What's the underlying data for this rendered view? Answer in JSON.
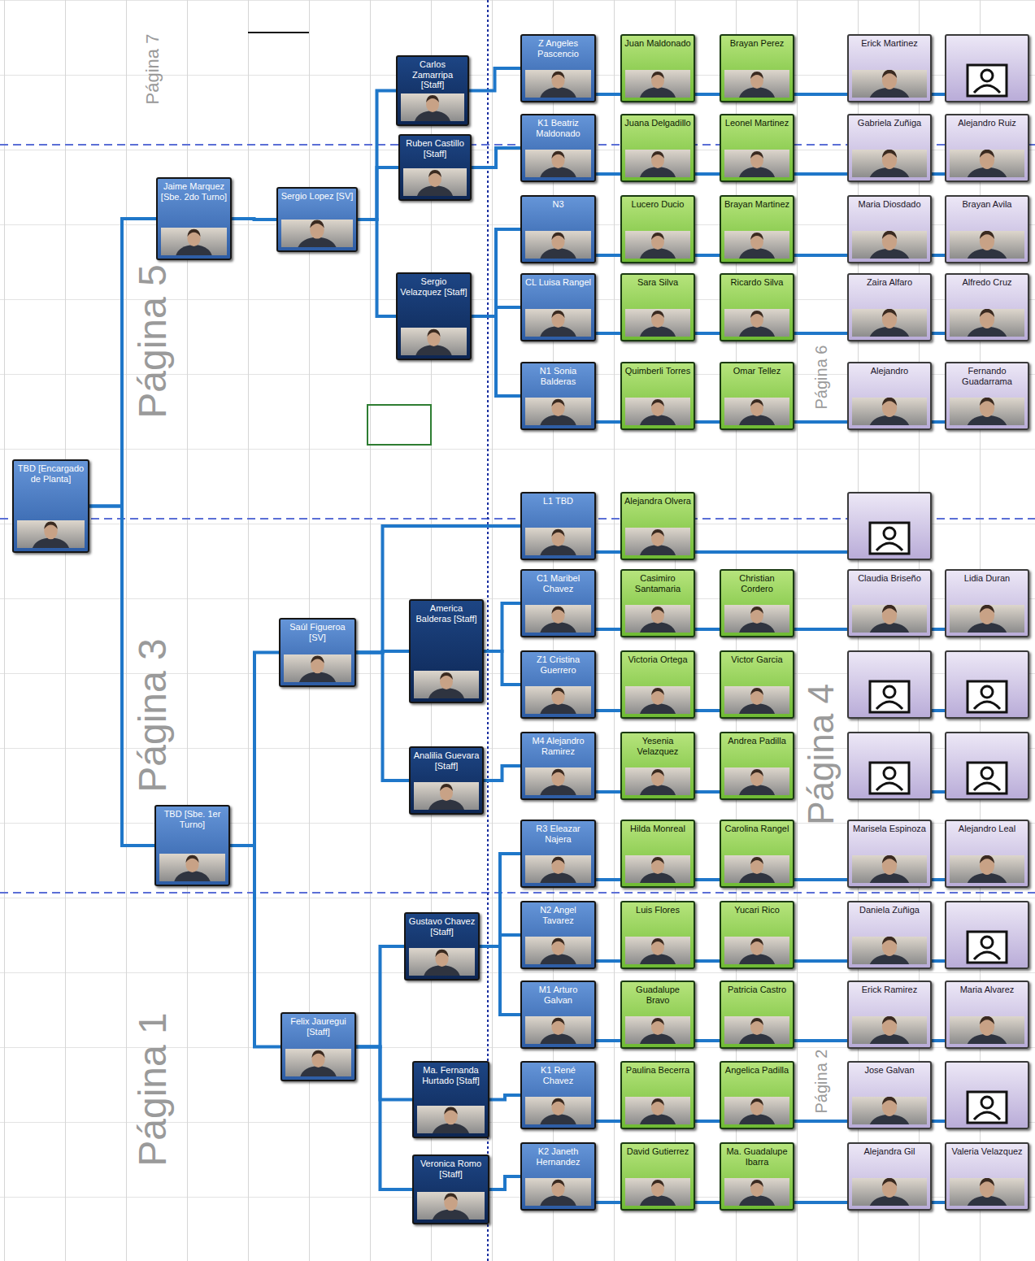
{
  "diagram": {
    "nodes": [
      {
        "text": [
          "TBD [Encargado de Planta]"
        ]
      },
      {
        "text": [
          "Jaime Marquez [Sbe. 2do Turno]"
        ]
      },
      {
        "text": [
          "TBD [Sbe. 1er Turno]"
        ]
      },
      {
        "text": [
          "Sergio Lopez [SV]"
        ]
      },
      {
        "text": [
          "Saúl Figueroa [SV]"
        ]
      },
      {
        "text": [
          "Felix Jauregui [Staff]"
        ]
      },
      {
        "text": [
          "Carlos Zamarripa [Staff]"
        ]
      },
      {
        "text": [
          "Ruben Castillo [Staff]"
        ]
      },
      {
        "text": [
          "Sergio Velazquez [Staff]"
        ]
      },
      {
        "text": [
          "America Balderas [Staff]"
        ]
      },
      {
        "text": [
          "Analilia Guevara [Staff]"
        ]
      },
      {
        "text": [
          "Gustavo Chavez [Staff]"
        ]
      },
      {
        "text": [
          "Ma. Fernanda Hurtado [Staff]"
        ]
      },
      {
        "text": [
          "Veronica Romo [Staff]"
        ]
      },
      {
        "text": [
          "Z Angeles Pascencio"
        ]
      },
      {
        "text": [
          "Juan Maldonado"
        ]
      },
      {
        "text": [
          "Brayan Perez"
        ]
      },
      {
        "text": [
          "Erick Martinez"
        ]
      },
      {
        "text": [
          "K1 Beatriz Maldonado"
        ]
      },
      {
        "text": [
          "Juana Delgadillo"
        ]
      },
      {
        "text": [
          "Leonel Martinez"
        ]
      },
      {
        "text": [
          "Gabriela Zuñiga"
        ]
      },
      {
        "text": [
          "Alejandro Ruiz"
        ]
      },
      {
        "text": [
          "N3"
        ]
      },
      {
        "text": [
          "Lucero Ducio"
        ]
      },
      {
        "text": [
          "Brayan Martinez"
        ]
      },
      {
        "text": [
          "Maria Diosdado"
        ]
      },
      {
        "text": [
          "Brayan Avila"
        ]
      },
      {
        "text": [
          "CL Luisa Rangel"
        ]
      },
      {
        "text": [
          "Sara Silva"
        ]
      },
      {
        "text": [
          "Ricardo Silva"
        ]
      },
      {
        "text": [
          "Zaira Alfaro"
        ]
      },
      {
        "text": [
          "Alfredo Cruz"
        ]
      },
      {
        "text": [
          "N1 Sonia Balderas"
        ]
      },
      {
        "text": [
          "Quimberli Torres"
        ]
      },
      {
        "text": [
          "Omar Tellez"
        ]
      },
      {
        "text": [
          "Alejandro"
        ]
      },
      {
        "text": [
          "Fernando Guadarrama"
        ]
      },
      {
        "text": [
          "L1 TBD"
        ]
      },
      {
        "text": [
          "Alejandra Olvera"
        ]
      },
      {
        "text": [
          "C1 Maribel Chavez"
        ]
      },
      {
        "text": [
          "Casimiro Santamaria"
        ]
      },
      {
        "text": [
          "Christian Cordero"
        ]
      },
      {
        "text": [
          "Claudia Briseño"
        ]
      },
      {
        "text": [
          "Lidia Duran"
        ]
      },
      {
        "text": [
          "Z1 Cristina Guerrero"
        ]
      },
      {
        "text": [
          "Victoria Ortega"
        ]
      },
      {
        "text": [
          "Victor Garcia"
        ]
      },
      {
        "text": [
          "M4 Alejandro Ramirez"
        ]
      },
      {
        "text": [
          "Yesenia Velazquez"
        ]
      },
      {
        "text": [
          "Andrea Padilla"
        ]
      },
      {
        "text": [
          "R3 Eleazar Najera"
        ]
      },
      {
        "text": [
          "Hilda Monreal"
        ]
      },
      {
        "text": [
          "Carolina Rangel"
        ]
      },
      {
        "text": [
          "Marisela Espinoza"
        ]
      },
      {
        "text": [
          "Alejandro Leal"
        ]
      },
      {
        "text": [
          "N2 Angel Tavarez"
        ]
      },
      {
        "text": [
          "Luis Flores"
        ]
      },
      {
        "text": [
          "Yucari Rico"
        ]
      },
      {
        "text": [
          "Daniela Zuñiga"
        ]
      },
      {
        "text": [
          "M1 Arturo Galvan"
        ]
      },
      {
        "text": [
          "Guadalupe Bravo"
        ]
      },
      {
        "text": [
          "Patricia Castro"
        ]
      },
      {
        "text": [
          "Erick Ramirez"
        ]
      },
      {
        "text": [
          "Maria Alvarez"
        ]
      },
      {
        "text": [
          "K1 René Chavez"
        ]
      },
      {
        "text": [
          "Paulina Becerra"
        ]
      },
      {
        "text": [
          "Angelica Padilla"
        ]
      },
      {
        "text": [
          "Jose Galvan"
        ]
      },
      {
        "text": [
          "K2 Janeth Hernandez"
        ]
      },
      {
        "text": [
          "David Gutierrez"
        ]
      },
      {
        "text": [
          "Ma. Guadalupe Ibarra"
        ]
      },
      {
        "text": [
          "Alejandra Gil"
        ]
      },
      {
        "text": [
          "Valeria Velazquez"
        ]
      }
    ],
    "edges": [
      {
        "from": 0,
        "to": 1,
        "arrow": "none"
      },
      {
        "from": 0,
        "to": 2,
        "arrow": "none"
      },
      {
        "from": 1,
        "to": 3,
        "arrow": "none"
      },
      {
        "from": 2,
        "to": 4,
        "arrow": "none"
      },
      {
        "from": 2,
        "to": 5,
        "arrow": "none"
      },
      {
        "from": 3,
        "to": 6,
        "arrow": "none"
      },
      {
        "from": 3,
        "to": 7,
        "arrow": "none"
      },
      {
        "from": 3,
        "to": 8,
        "arrow": "none"
      },
      {
        "from": 4,
        "to": 38,
        "arrow": "none"
      },
      {
        "from": 4,
        "to": 9,
        "arrow": "none"
      },
      {
        "from": 4,
        "to": 10,
        "arrow": "none"
      },
      {
        "from": 5,
        "to": 11,
        "arrow": "none"
      },
      {
        "from": 5,
        "to": 12,
        "arrow": "none"
      },
      {
        "from": 5,
        "to": 13,
        "arrow": "none"
      },
      {
        "from": 6,
        "to": 14,
        "arrow": "none"
      },
      {
        "from": 7,
        "to": 18,
        "arrow": "none"
      },
      {
        "from": 8,
        "to": 23,
        "arrow": "none"
      },
      {
        "from": 8,
        "to": 28,
        "arrow": "none"
      },
      {
        "from": 8,
        "to": 33,
        "arrow": "none"
      },
      {
        "from": 9,
        "to": 40,
        "arrow": "none"
      },
      {
        "from": 9,
        "to": 45,
        "arrow": "none"
      },
      {
        "from": 10,
        "to": 48,
        "arrow": "none"
      },
      {
        "from": 11,
        "to": 51,
        "arrow": "none"
      },
      {
        "from": 11,
        "to": 56,
        "arrow": "none"
      },
      {
        "from": 11,
        "to": 60,
        "arrow": "none"
      },
      {
        "from": 12,
        "to": 65,
        "arrow": "none"
      },
      {
        "from": 13,
        "to": 69,
        "arrow": "none"
      },
      {
        "from": 14,
        "to": 15,
        "arrow": "none"
      },
      {
        "from": 15,
        "to": 16,
        "arrow": "none"
      },
      {
        "from": 16,
        "to": 17,
        "arrow": "none"
      },
      {
        "from": 18,
        "to": 19,
        "arrow": "none"
      },
      {
        "from": 19,
        "to": 20,
        "arrow": "none"
      },
      {
        "from": 20,
        "to": 21,
        "arrow": "none"
      },
      {
        "from": 21,
        "to": 22,
        "arrow": "none"
      },
      {
        "from": 23,
        "to": 24,
        "arrow": "none"
      },
      {
        "from": 24,
        "to": 25,
        "arrow": "none"
      },
      {
        "from": 25,
        "to": 26,
        "arrow": "none"
      },
      {
        "from": 26,
        "to": 27,
        "arrow": "none"
      },
      {
        "from": 28,
        "to": 29,
        "arrow": "none"
      },
      {
        "from": 29,
        "to": 30,
        "arrow": "none"
      },
      {
        "from": 30,
        "to": 31,
        "arrow": "none"
      },
      {
        "from": 31,
        "to": 32,
        "arrow": "none"
      },
      {
        "from": 33,
        "to": 34,
        "arrow": "none"
      },
      {
        "from": 34,
        "to": 35,
        "arrow": "none"
      },
      {
        "from": 35,
        "to": 36,
        "arrow": "none"
      },
      {
        "from": 36,
        "to": 37,
        "arrow": "none"
      },
      {
        "from": 38,
        "to": 39,
        "arrow": "none"
      },
      {
        "from": 40,
        "to": 41,
        "arrow": "none"
      },
      {
        "from": 41,
        "to": 42,
        "arrow": "none"
      },
      {
        "from": 42,
        "to": 43,
        "arrow": "none"
      },
      {
        "from": 43,
        "to": 44,
        "arrow": "none"
      },
      {
        "from": 45,
        "to": 46,
        "arrow": "none"
      },
      {
        "from": 46,
        "to": 47,
        "arrow": "none"
      },
      {
        "from": 48,
        "to": 49,
        "arrow": "none"
      },
      {
        "from": 49,
        "to": 50,
        "arrow": "none"
      },
      {
        "from": 51,
        "to": 52,
        "arrow": "none"
      },
      {
        "from": 52,
        "to": 53,
        "arrow": "none"
      },
      {
        "from": 53,
        "to": 54,
        "arrow": "none"
      },
      {
        "from": 54,
        "to": 55,
        "arrow": "none"
      },
      {
        "from": 56,
        "to": 57,
        "arrow": "none"
      },
      {
        "from": 57,
        "to": 58,
        "arrow": "none"
      },
      {
        "from": 58,
        "to": 59,
        "arrow": "none"
      },
      {
        "from": 60,
        "to": 61,
        "arrow": "none"
      },
      {
        "from": 61,
        "to": 62,
        "arrow": "none"
      },
      {
        "from": 62,
        "to": 63,
        "arrow": "none"
      },
      {
        "from": 63,
        "to": 64,
        "arrow": "none"
      },
      {
        "from": 65,
        "to": 66,
        "arrow": "none"
      },
      {
        "from": 66,
        "to": 67,
        "arrow": "none"
      },
      {
        "from": 67,
        "to": 68,
        "arrow": "none"
      },
      {
        "from": 69,
        "to": 70,
        "arrow": "none"
      },
      {
        "from": 70,
        "to": 71,
        "arrow": "none"
      },
      {
        "from": 71,
        "to": 72,
        "arrow": "none"
      },
      {
        "from": 72,
        "to": 73,
        "arrow": "none"
      }
    ],
    "labels": [
      "Página 7",
      "Página 5",
      "Página 3",
      "Página 1",
      "Página 6",
      "Página 4",
      "Página 2"
    ]
  }
}
